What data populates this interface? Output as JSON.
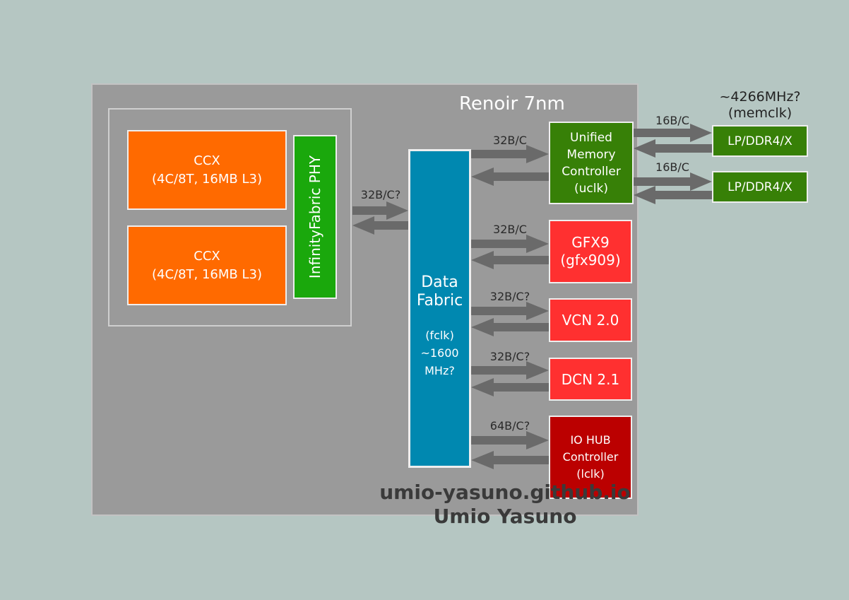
{
  "chip": {
    "title": "Renoir 7nm"
  },
  "ccx": [
    {
      "name": "CCX",
      "detail": "(4C/8T, 16MB L3)"
    },
    {
      "name": "CCX",
      "detail": "(4C/8T, 16MB L3)"
    }
  ],
  "infinity_fabric_phy": {
    "label": "InfinityFabric PHY"
  },
  "data_fabric": {
    "name_line1": "Data",
    "name_line2": "Fabric",
    "clock_line1": "(fclk)",
    "clock_line2": "~1600",
    "clock_line3": "MHz?"
  },
  "blocks": {
    "umc": {
      "line1": "Unified",
      "line2": "Memory",
      "line3": "Controller",
      "line4": "(uclk)"
    },
    "gfx": {
      "line1": "GFX9",
      "line2": "(gfx909)"
    },
    "vcn": {
      "line1": "VCN 2.0"
    },
    "dcn": {
      "line1": "DCN 2.1"
    },
    "iohub": {
      "line1": "IO HUB",
      "line2": "Controller",
      "line3": "(lclk)"
    }
  },
  "memory": {
    "clock_line1": "~4266MHz?",
    "clock_line2": "(memclk)",
    "channels": [
      {
        "label": "LP/DDR4/X"
      },
      {
        "label": "LP/DDR4/X"
      }
    ]
  },
  "bandwidth": {
    "phy_df": "32B/C?",
    "df_umc": "32B/C",
    "df_gfx": "32B/C",
    "df_vcn": "32B/C?",
    "df_dcn": "32B/C?",
    "df_iohub": "64B/C?",
    "umc_mem0": "16B/C",
    "umc_mem1": "16B/C"
  },
  "watermark": {
    "line1": "umio-yasuno.github.io",
    "line2": "Umio Yasuno"
  },
  "colors": {
    "background": "#b5c6c2",
    "chip": "#9a9a9a",
    "ccx": "#ff6a00",
    "infinity_fabric": "#1aa80c",
    "data_fabric": "#0088b0",
    "memory_green": "#378007",
    "gpu_red": "#ff3030",
    "iohub_red": "#bb0000",
    "arrow": "#6a6a6a"
  }
}
